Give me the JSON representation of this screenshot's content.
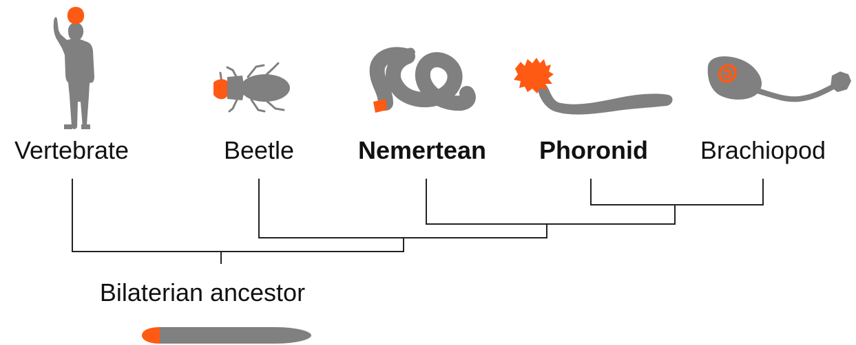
{
  "colors": {
    "silhouette": "#808080",
    "highlight": "#ff5a14",
    "tree_line": "#222222",
    "background": "#ffffff"
  },
  "taxa": [
    {
      "label": "Vertebrate",
      "bold": false,
      "icon": "human-silhouette-icon"
    },
    {
      "label": "Beetle",
      "bold": false,
      "icon": "beetle-silhouette-icon"
    },
    {
      "label": "Nemertean",
      "bold": true,
      "icon": "nemertean-worm-silhouette-icon"
    },
    {
      "label": "Phoronid",
      "bold": true,
      "icon": "phoronid-silhouette-icon"
    },
    {
      "label": "Brachiopod",
      "bold": false,
      "icon": "brachiopod-silhouette-icon"
    }
  ],
  "root": {
    "label": "Bilaterian ancestor",
    "icon": "ancestor-worm-silhouette-icon"
  }
}
